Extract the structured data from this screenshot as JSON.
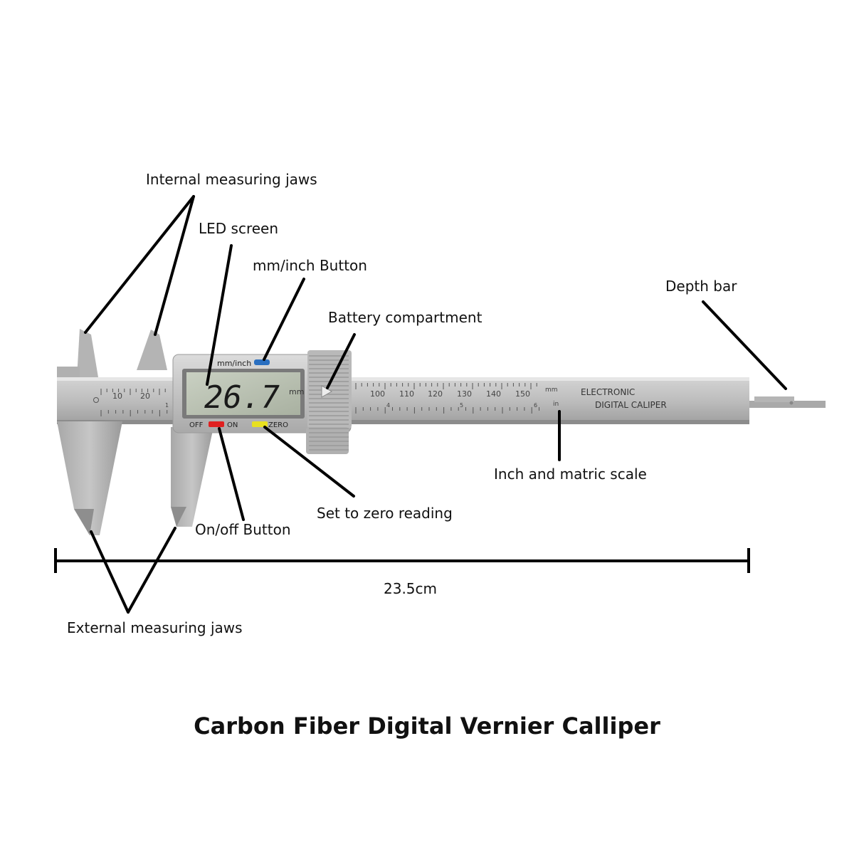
{
  "title": "Carbon Fiber Digital Vernier Calliper",
  "labels": {
    "internal_jaws": "Internal measuring jaws",
    "led_screen": "LED screen",
    "mm_inch_button": "mm/inch Button",
    "battery": "Battery compartment",
    "depth_bar": "Depth bar",
    "scale": "Inch and matric scale",
    "zero": "Set to zero reading",
    "on_off": "On/off Button",
    "external_jaws": "External measuring jaws",
    "length": "23.5cm"
  },
  "device": {
    "display_value": "26.7",
    "display_unit": "mm",
    "mm_inch_label": "mm/inch",
    "off_label": "OFF",
    "on_label": "ON",
    "zero_label": "ZERO",
    "brand_line1": "ELECTRONIC",
    "brand_line2": "DIGITAL CALIPER",
    "mm_tag": "mm",
    "in_tag": "in",
    "scale_left": [
      "10",
      "20"
    ],
    "scale_right": [
      "100",
      "110",
      "120",
      "130",
      "140",
      "150"
    ],
    "inch_ticks": [
      "1",
      "4",
      "5",
      "6"
    ]
  },
  "colors": {
    "body": "#c2c2c2",
    "body_dark": "#9a9a9a",
    "lcd": "#b8c0b0",
    "on_off_button": "#e02020",
    "zero_button": "#e8e020",
    "mm_inch_button": "#2a6fc0",
    "callout": "#000000"
  }
}
